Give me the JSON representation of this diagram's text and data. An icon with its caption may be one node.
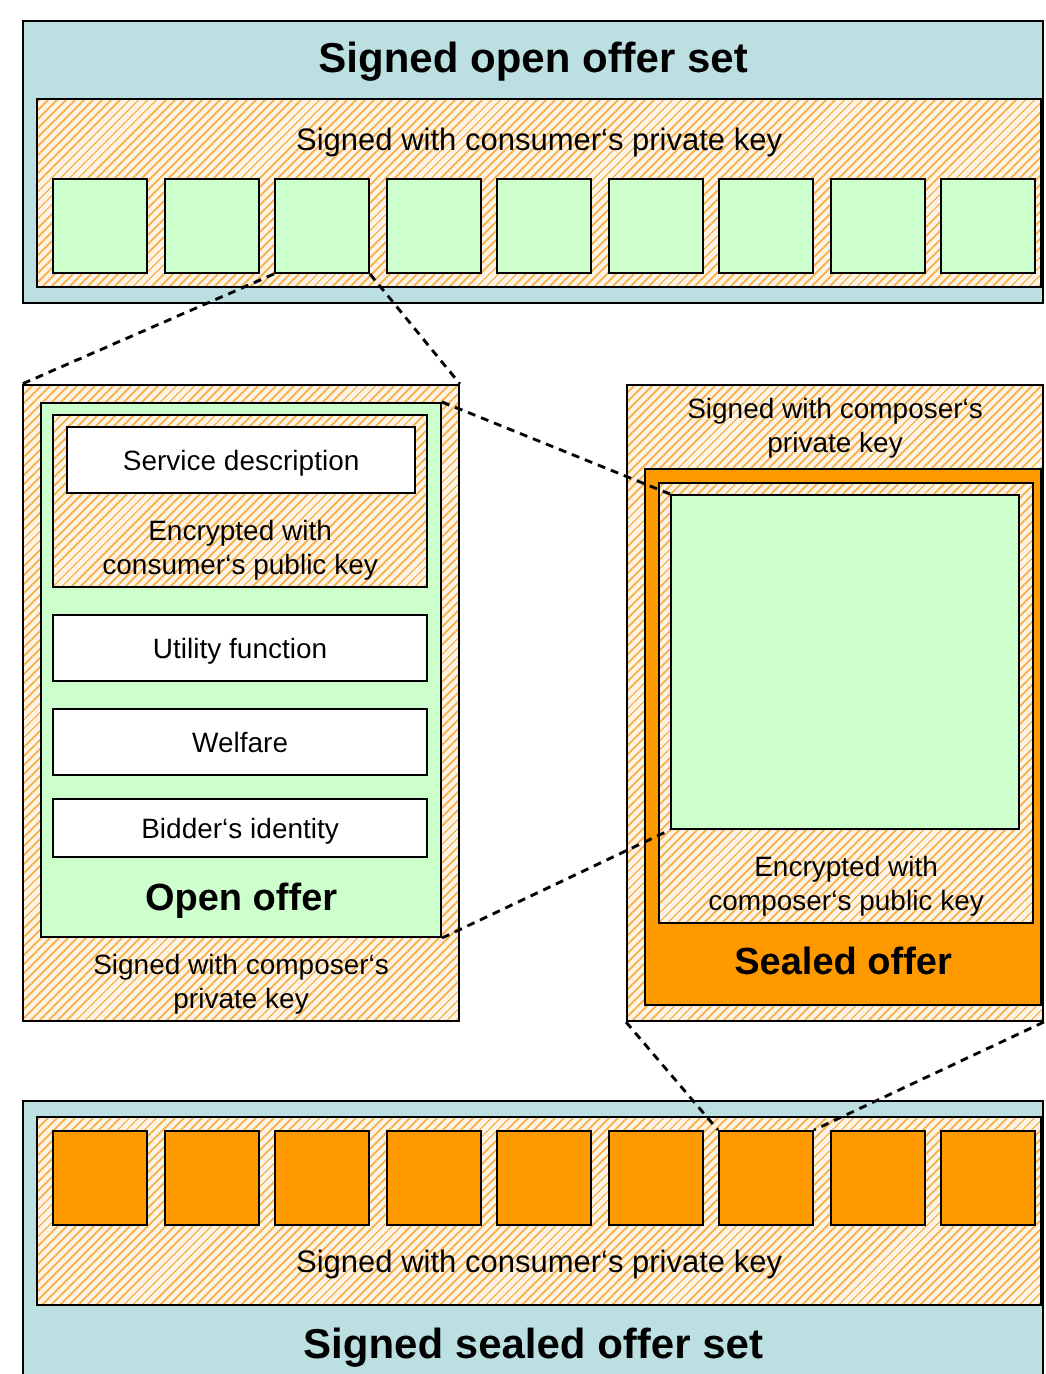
{
  "diagram": {
    "nodes": [
      {
        "text": [
          "Signed open offer set"
        ]
      },
      {
        "text": [
          "Signed with consumer‘s private key"
        ],
        "in": 0
      },
      {
        "text": [],
        "shape": "box",
        "in": 1
      },
      {
        "text": [],
        "shape": "box",
        "in": 1
      },
      {
        "text": [],
        "shape": "box",
        "in": 1
      },
      {
        "text": [],
        "shape": "box",
        "in": 1
      },
      {
        "text": [],
        "shape": "box",
        "in": 1
      },
      {
        "text": [],
        "shape": "box",
        "in": 1
      },
      {
        "text": [],
        "shape": "box",
        "in": 1
      },
      {
        "text": [],
        "shape": "box",
        "in": 1
      },
      {
        "text": [],
        "shape": "box",
        "in": 1
      },
      {
        "text": [
          "Signed with composer‘s private key"
        ]
      },
      {
        "text": [
          "Open offer"
        ],
        "in": 11
      },
      {
        "text": [
          "Encrypted with consumer‘s public key"
        ],
        "in": 12
      },
      {
        "text": [
          "Service description"
        ],
        "in": 13
      },
      {
        "text": [
          "Utility function"
        ],
        "in": 12
      },
      {
        "text": [
          "Welfare"
        ],
        "in": 12
      },
      {
        "text": [
          "Bidder‘s identity"
        ],
        "in": 12
      },
      {
        "text": [
          "Signed with composer‘s private key"
        ]
      },
      {
        "text": [
          "Sealed offer"
        ],
        "in": 18
      },
      {
        "text": [
          "Encrypted with composer‘s public key"
        ],
        "in": 19
      },
      {
        "text": [],
        "shape": "box",
        "in": 20
      },
      {
        "text": [
          "Signed sealed offer set"
        ]
      },
      {
        "text": [
          "Signed with consumer‘s private key"
        ],
        "in": 22
      },
      {
        "text": [],
        "shape": "box",
        "in": 23
      },
      {
        "text": [],
        "shape": "box",
        "in": 23
      },
      {
        "text": [],
        "shape": "box",
        "in": 23
      },
      {
        "text": [],
        "shape": "box",
        "in": 23
      },
      {
        "text": [],
        "shape": "box",
        "in": 23
      },
      {
        "text": [],
        "shape": "box",
        "in": 23
      },
      {
        "text": [],
        "shape": "box",
        "in": 23
      },
      {
        "text": [],
        "shape": "box",
        "in": 23
      },
      {
        "text": [],
        "shape": "box",
        "in": 23
      }
    ],
    "edges": [
      {
        "from": 4,
        "to": 11,
        "arrow": "none",
        "style": "dashed"
      },
      {
        "from": 4,
        "to": 11,
        "arrow": "none",
        "style": "dashed"
      },
      {
        "from": 12,
        "to": 21,
        "arrow": "none",
        "style": "dashed"
      },
      {
        "from": 12,
        "to": 21,
        "arrow": "none",
        "style": "dashed"
      },
      {
        "from": 18,
        "to": 30,
        "arrow": "none",
        "style": "dashed"
      },
      {
        "from": 18,
        "to": 30,
        "arrow": "none",
        "style": "dashed"
      }
    ]
  }
}
